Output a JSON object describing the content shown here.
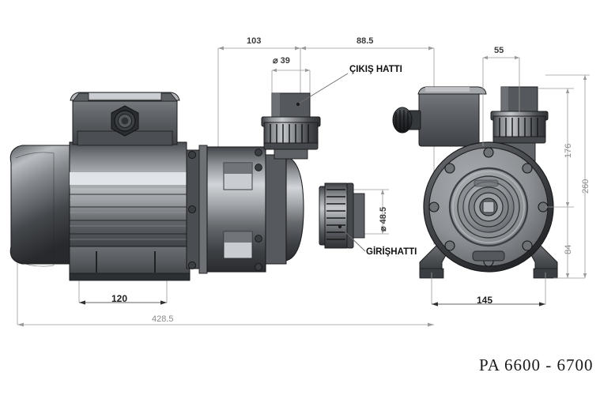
{
  "sheet": {
    "title": "PA 6600  - 6700",
    "background_color": "#ffffff"
  },
  "labels": {
    "outlet": "ÇIKIŞ HATTI",
    "inlet": "GİRİŞHATTI"
  },
  "dimensions": {
    "side_view": {
      "top_left": "103",
      "top_right": "88.5",
      "outlet_bore": "⌀ 39",
      "inlet_bore": "⌀ 48.5",
      "foot_spacing": "120",
      "overall_length": "428.5"
    },
    "front_view": {
      "outlet_offset": "55",
      "height_upper": "176",
      "height_lower": "84",
      "height_total": "260",
      "foot_spacing": "145"
    }
  },
  "colors": {
    "dim_line": "#9a9a9a",
    "dim_text": "#3b3b3b",
    "dim_text_light": "#8a8a8a",
    "body_dark": "#3a3c3f",
    "body_mid": "#6e7175",
    "body_light": "#b9bcc0",
    "outline": "#1b1c1e",
    "leader": "#6d6d6d"
  },
  "view_names": {
    "side": "pump-side-view",
    "front": "pump-front-view"
  }
}
